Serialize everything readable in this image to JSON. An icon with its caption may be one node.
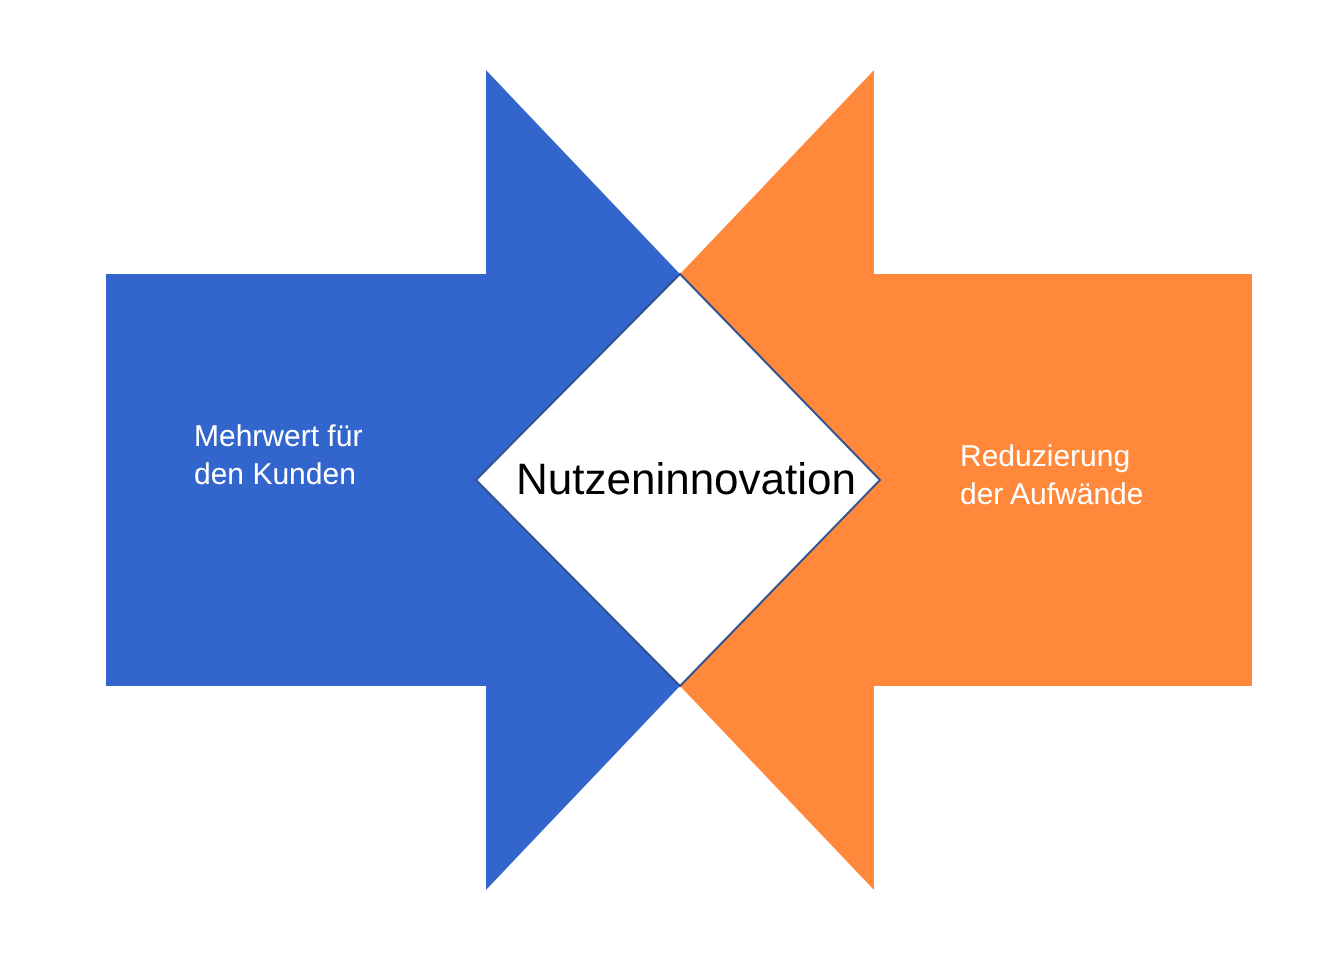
{
  "diagram": {
    "nodes": [
      {
        "text": [
          "Mehrwert für den Kunden"
        ]
      },
      {
        "text": [
          "Nutzeninnovation"
        ]
      },
      {
        "text": [
          "Reduzierung der Aufwände"
        ]
      }
    ]
  }
}
